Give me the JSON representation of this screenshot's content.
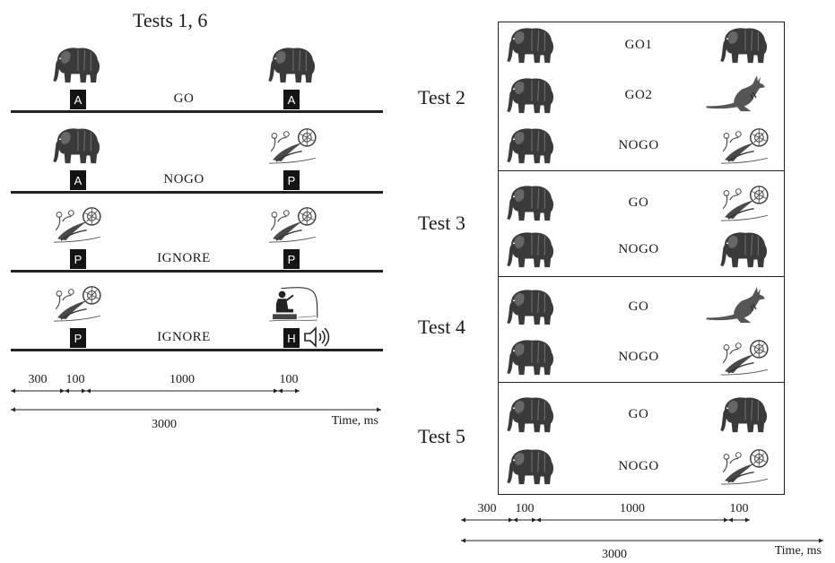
{
  "left_panel": {
    "title": "Tests 1, 6",
    "rows": [
      {
        "first_stimulus": "elephant-icon",
        "first_letter": "A",
        "condition": "GO",
        "second_stimulus": "elephant-icon",
        "second_letter": "A",
        "sound": false
      },
      {
        "first_stimulus": "elephant-icon",
        "first_letter": "A",
        "condition": "NOGO",
        "second_stimulus": "plant-icon",
        "second_letter": "P",
        "sound": false
      },
      {
        "first_stimulus": "plant-icon",
        "first_letter": "P",
        "condition": "IGNORE",
        "second_stimulus": "plant-icon",
        "second_letter": "P",
        "sound": false
      },
      {
        "first_stimulus": "plant-icon",
        "first_letter": "P",
        "condition": "IGNORE",
        "second_stimulus": "fisherman-icon",
        "second_letter": "H",
        "sound": true
      }
    ],
    "timeline": {
      "segments": [
        "300",
        "100",
        "1000",
        "100"
      ],
      "total": "3000",
      "axis_label": "Time, ms"
    }
  },
  "right_panel": {
    "tests": [
      {
        "label": "Test 2",
        "rows": [
          {
            "condition": "GO1",
            "second_stimulus": "elephant-icon"
          },
          {
            "condition": "GO2",
            "second_stimulus": "kangaroo-icon"
          },
          {
            "condition": "NOGO",
            "second_stimulus": "plant-icon"
          }
        ]
      },
      {
        "label": "Test 3",
        "rows": [
          {
            "condition": "GO",
            "second_stimulus": "plant-icon"
          },
          {
            "condition": "NOGO",
            "second_stimulus": "elephant-icon"
          }
        ]
      },
      {
        "label": "Test 4",
        "rows": [
          {
            "condition": "GO",
            "second_stimulus": "kangaroo-icon"
          },
          {
            "condition": "NOGO",
            "second_stimulus": "plant-icon"
          }
        ]
      },
      {
        "label": "Test 5",
        "rows": [
          {
            "condition": "GO",
            "second_stimulus": "elephant-icon"
          },
          {
            "condition": "NOGO",
            "second_stimulus": "plant-icon"
          }
        ]
      }
    ],
    "first_stimulus": "elephant-icon",
    "timeline": {
      "segments": [
        "300",
        "100",
        "1000",
        "100"
      ],
      "total": "3000",
      "axis_label": "Time, ms"
    }
  },
  "colors": {
    "ink": "#1a1a1a",
    "badge": "#141414",
    "background": "#ffffff"
  }
}
